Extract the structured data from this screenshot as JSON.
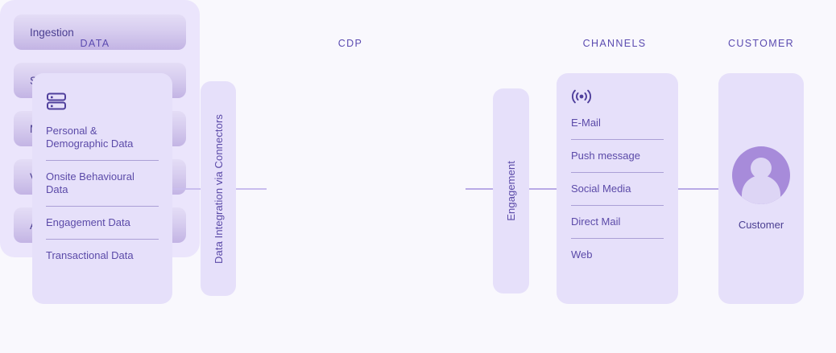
{
  "background_color": "#f9f8fd",
  "panel_color": "#e6e0fa",
  "accent_color": "#5b4aa8",
  "headers": [
    {
      "label": "DATA"
    },
    {
      "label": "CDP"
    },
    {
      "label": "CHANNELS"
    },
    {
      "label": "CUSTOMER"
    }
  ],
  "data_panel": {
    "icon": "database-icon",
    "items": [
      {
        "label": "Personal & Demographic Data"
      },
      {
        "label": "Onsite Behavioural Data"
      },
      {
        "label": "Engagement Data"
      },
      {
        "label": "Transactional Data"
      }
    ]
  },
  "connectors_panel": {
    "label": "Data Integration via Connectors"
  },
  "cdp_panel": {
    "stages": [
      {
        "label": "Ingestion"
      },
      {
        "label": "Storage"
      },
      {
        "label": "Modeling"
      },
      {
        "label": "Visualization"
      },
      {
        "label": "Actiavtion"
      }
    ]
  },
  "engagement_panel": {
    "label": "Engagement"
  },
  "channels_panel": {
    "icon": "broadcast-icon",
    "items": [
      {
        "label": "E-Mail"
      },
      {
        "label": "Push message"
      },
      {
        "label": "Social Media"
      },
      {
        "label": "Direct Mail"
      },
      {
        "label": "Web"
      }
    ]
  },
  "customer_panel": {
    "icon": "user-avatar-icon",
    "label": "Customer"
  }
}
